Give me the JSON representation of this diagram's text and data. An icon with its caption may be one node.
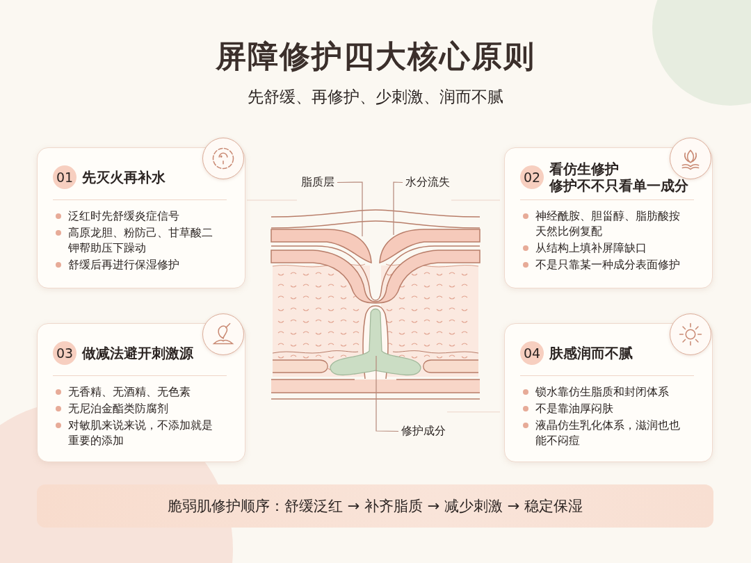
{
  "diagram": {
    "title": "屏障修护四大核心原则",
    "nodes": [
      {
        "text": [
          "01",
          "先灭火再补水",
          "泛红时先舒缓炎症信号",
          "高原龙胆、粉防己、甘草酸二钾帮助压下躁动",
          "舒缓后再进行保湿修护"
        ]
      },
      {
        "text": [
          "02",
          "看仿生修护",
          "修护不不只看单一成分",
          "神经酰胺、胆甾醇、脂肪酸按天然比例复配",
          "从结构上填补屏障缺口",
          "不是只靠某一种成分表面修护"
        ]
      },
      {
        "text": [
          "03",
          "做减法避开刺激源",
          "无香精、无酒精、无色素",
          "无尼泊金酯类防腐剂",
          "对敏肌来说来说，不添加就是重要的添加"
        ]
      },
      {
        "text": [
          "04",
          "肤感润而不腻",
          "锁水靠仿生脂质和封闭体系",
          "不是靠油厚闷肤",
          "液晶仿生乳化体系，滋润也也能不闷痘"
        ]
      },
      {
        "text": [
          "脂质层"
        ]
      },
      {
        "text": [
          "水分流失"
        ]
      },
      {
        "text": [
          "修护成分"
        ]
      },
      {
        "text": [
          "脆弱肌修护顺序：舒缓泛红 → 补齐脂质 → 减少刺激 → 稳定保湿"
        ]
      }
    ],
    "edges": [
      {
        "from": 0,
        "to": 4,
        "arrow": "none",
        "color": "#ecd3c8"
      },
      {
        "from": 5,
        "to": 1,
        "arrow": "none",
        "color": "#ecd3c8"
      },
      {
        "from": 6,
        "to": 3,
        "arrow": "none",
        "color": "#ecd3c8"
      },
      {
        "from": 4,
        "to": null,
        "arrow": "none"
      },
      {
        "from": 5,
        "to": null,
        "arrow": "none"
      },
      {
        "from": 6,
        "to": null,
        "arrow": "none"
      }
    ],
    "labels": [
      "先舒缓、再修护、少刺激、润而不腻"
    ]
  }
}
